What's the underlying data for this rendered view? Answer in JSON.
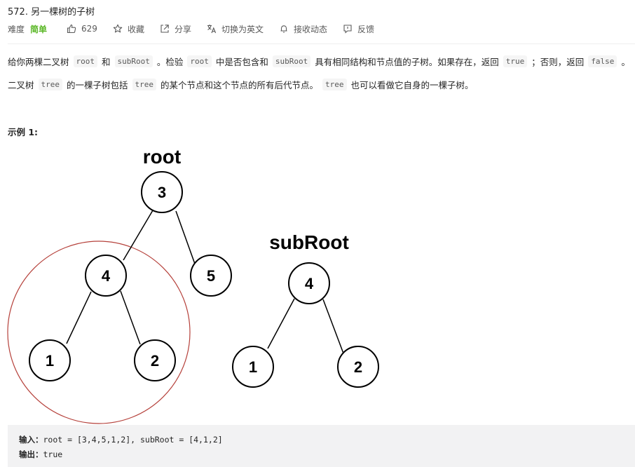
{
  "problem": {
    "title": "572. 另一棵树的子树",
    "difficulty_label": "难度",
    "difficulty": "简单",
    "likes": "629",
    "favorite": "收藏",
    "share": "分享",
    "switch_lang": "切换为英文",
    "follow": "接收动态",
    "feedback": "反馈"
  },
  "description": {
    "p1": [
      "给你两棵二叉树",
      "root",
      "和",
      "subRoot",
      "。检验",
      "root",
      "中是否包含和",
      "subRoot",
      "具有相同结构和节点值的子树。如果存在，返回",
      "true",
      "；否则，返回",
      "false",
      "。"
    ],
    "p2": [
      "二叉树",
      "tree",
      "的一棵子树包括",
      "tree",
      "的某个节点和这个节点的所有后代节点。",
      "tree",
      "也可以看做它自身的一棵子树。"
    ]
  },
  "example": {
    "title": "示例 1:",
    "diagram": {
      "root_label": "root",
      "subroot_label": "subRoot",
      "root_nodes": [
        "3",
        "4",
        "5",
        "1",
        "2"
      ],
      "sub_nodes": [
        "4",
        "1",
        "2"
      ],
      "highlight_color": "#b5403a"
    },
    "input_label": "输入：",
    "input_value": "root = [3,4,5,1,2], subRoot = [4,1,2]",
    "output_label": "输出：",
    "output_value": "true"
  },
  "colors": {
    "easy": "#5ab726",
    "code_bg": "#f5f5f5",
    "io_bg": "#f2f2f3"
  }
}
